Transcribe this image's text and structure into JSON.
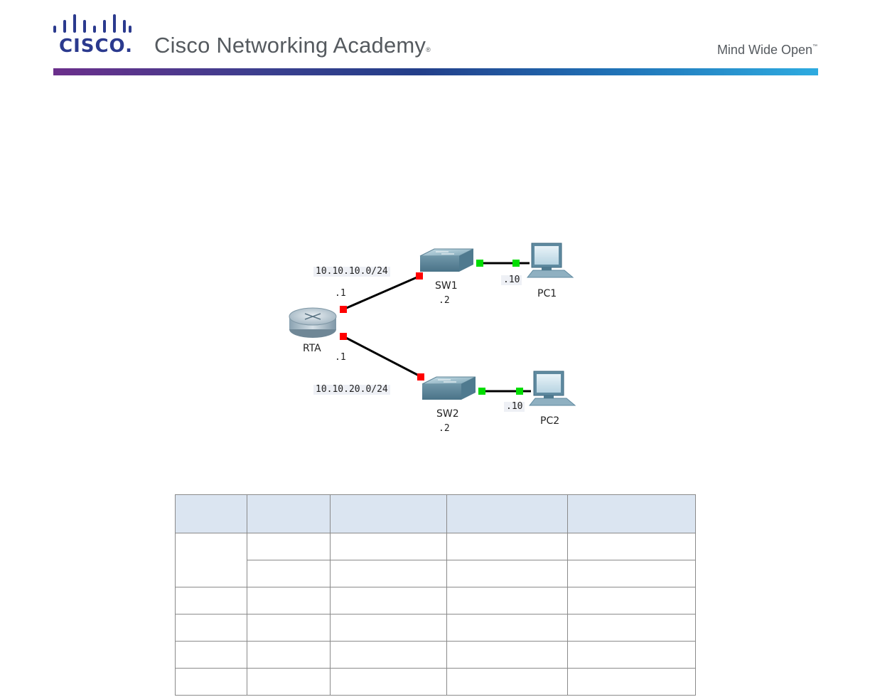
{
  "header": {
    "brand_word": "CISCO.",
    "academy_title": "Cisco Networking Academy",
    "registered_mark": "®",
    "tagline": "Mind Wide Open",
    "tagline_mark": "™"
  },
  "colors": {
    "cisco_logo": "#2b3a8e",
    "gradient_start": "#6b2f8b",
    "gradient_end": "#2eabe0",
    "link_down": "#ff0000",
    "link_up": "#00dd00",
    "table_header_bg": "#dbe5f1"
  },
  "topology": {
    "networks": {
      "net1": "10.10.10.0/24",
      "net2": "10.10.20.0/24"
    },
    "devices": {
      "router": {
        "name": "RTA",
        "addr_net1": ".1",
        "addr_net2": ".1"
      },
      "sw1": {
        "name": "SW1",
        "addr": ".2"
      },
      "sw2": {
        "name": "SW2",
        "addr": ".2"
      },
      "pc1": {
        "name": "PC1",
        "addr": ".10"
      },
      "pc2": {
        "name": "PC2",
        "addr": ".10"
      }
    }
  },
  "addressing_table": {
    "headers": [
      "",
      "",
      "",
      "",
      ""
    ],
    "rows": [
      [
        "",
        "",
        "",
        "",
        ""
      ],
      [
        "",
        "",
        "",
        ""
      ],
      [
        "",
        "",
        "",
        "",
        ""
      ],
      [
        "",
        "",
        "",
        "",
        ""
      ],
      [
        "",
        "",
        "",
        "",
        ""
      ],
      [
        "",
        "",
        "",
        "",
        ""
      ]
    ]
  }
}
